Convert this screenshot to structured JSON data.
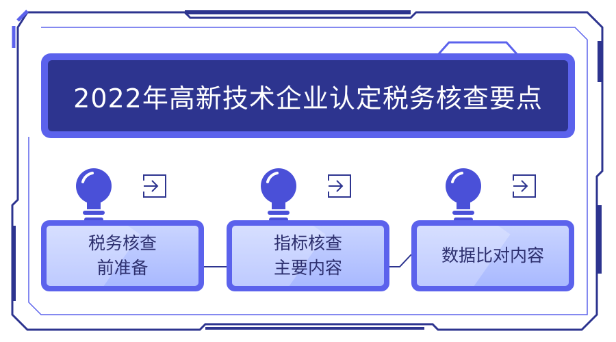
{
  "title": "2022年高新技术企业认定税务核查要点",
  "steps": [
    {
      "line1": "税务核查",
      "line2": "前准备"
    },
    {
      "line1": "指标核查",
      "line2": "主要内容"
    },
    {
      "line1": "数据比对内容",
      "line2": ""
    }
  ],
  "colors": {
    "frame": "#2d348f",
    "accent": "#5b62ec",
    "banner_inner": "#2d348f",
    "box_fill": "#b7c5ff",
    "text_dark": "#2d2f6e"
  },
  "icons": [
    "lightbulb-icon",
    "enter-arrow-icon"
  ]
}
